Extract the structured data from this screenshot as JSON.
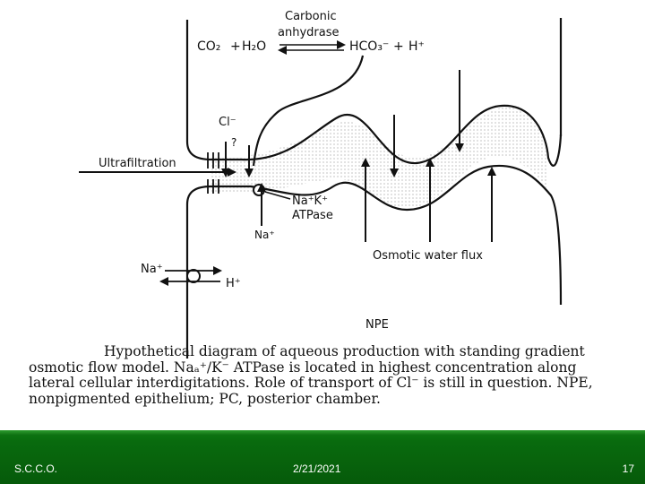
{
  "diagram": {
    "carbonic_label": "Carbonic",
    "anhydrase_label": "anhydrase",
    "co2": "CO₂",
    "plus1": "+",
    "h2o": "H₂O",
    "hco3": "HCO₃⁻",
    "plus2": "+",
    "h_plus": "H⁺",
    "cl_minus": "Cl⁻",
    "question": "?",
    "ultrafiltration": "Ultrafiltration",
    "na_k": "Na⁺K⁺",
    "atpase": "ATPase",
    "na_plus_inner": "Na⁺",
    "na_plus_left": "Na⁺",
    "h_plus_left": "H⁺",
    "osmotic_water_flux": "Osmotic water flux",
    "npe": "NPE"
  },
  "caption": "Hypothetical diagram of aqueous production with standing gradient osmotic flow model. Naₐ⁺/K⁻ ATPase is located in highest concentration along lateral cellular interdigitations. Role of transport of Cl⁻ is still in question. NPE, nonpigmented epithelium; PC, posterior chamber.",
  "footer": {
    "left": "S.C.C.O.",
    "center": "2/21/2021",
    "page": "17"
  }
}
